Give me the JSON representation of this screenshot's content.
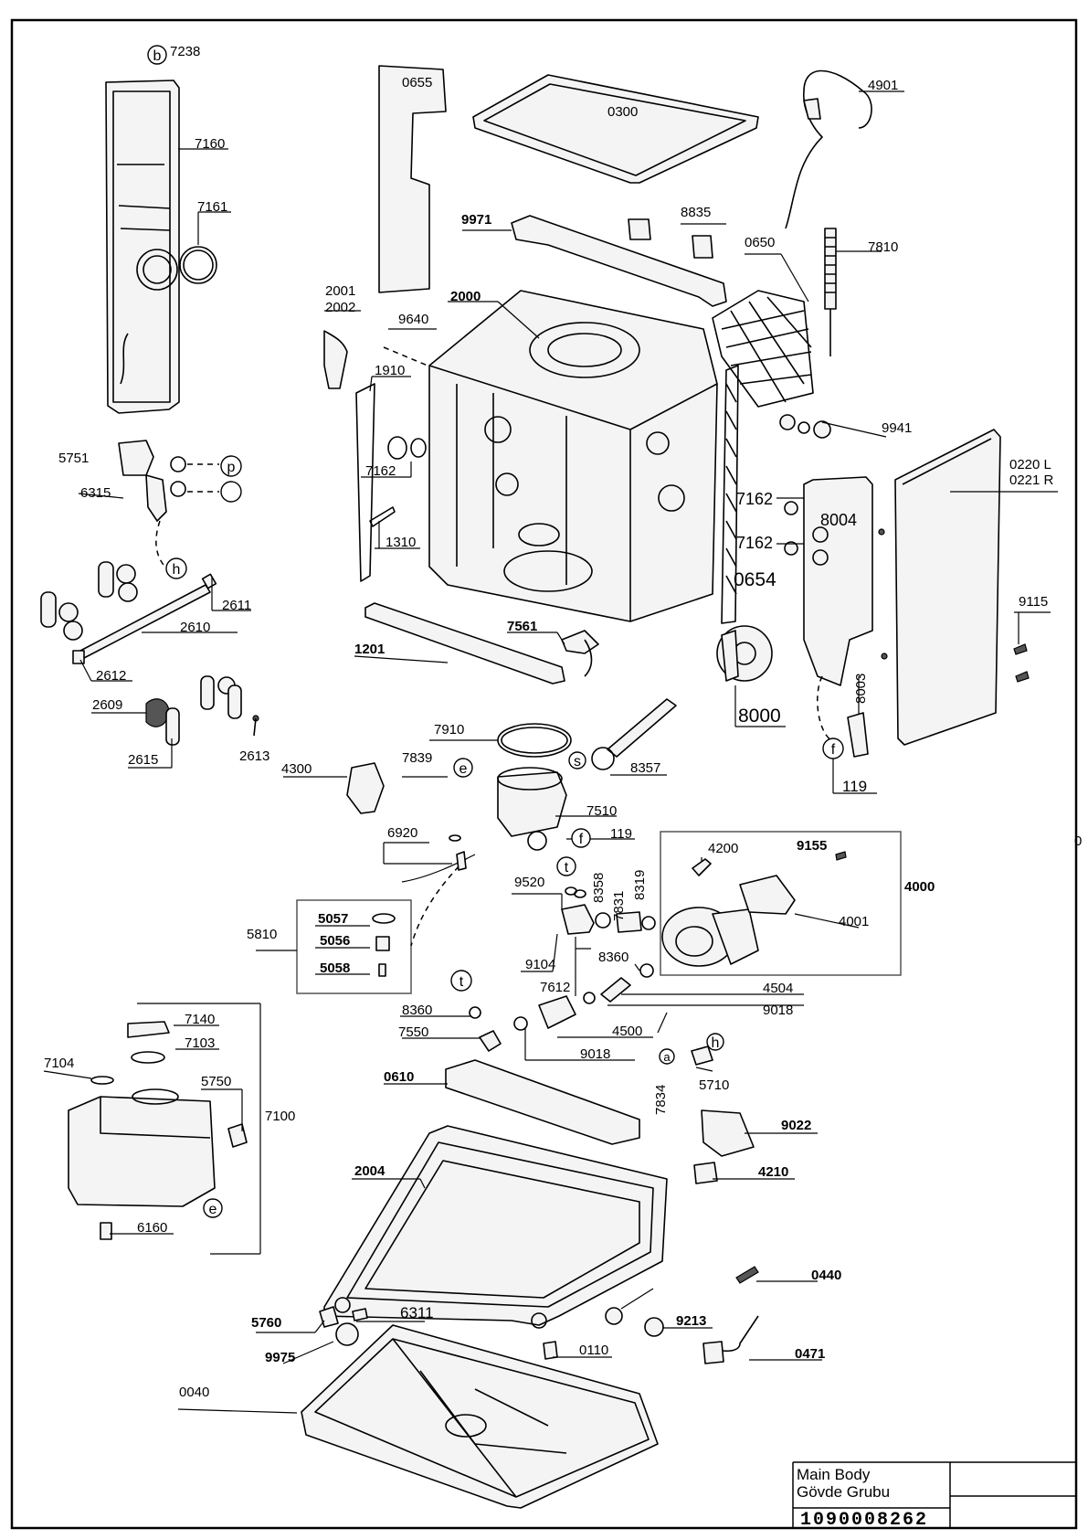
{
  "title_block": {
    "title": "Main Body",
    "subtitle": "Gövde Grubu",
    "code": "1090008262"
  },
  "labels": {
    "p7238": "7238",
    "p7160": "7160",
    "p7161": "7161",
    "p5751": "5751",
    "p6315": "6315",
    "p2611": "2611",
    "p2610": "2610",
    "p2612": "2612",
    "p2609": "2609",
    "p2615": "2615",
    "p2613": "2613",
    "p0655": "0655",
    "p0300": "0300",
    "p9971": "9971",
    "p8835": "8835",
    "p4901": "4901",
    "p0650": "0650",
    "p7810": "7810",
    "p2001": "2001",
    "p2002": "2002",
    "p2000": "2000",
    "p9640": "9640",
    "p1910": "1910",
    "p7162a": "7162",
    "p1310": "1310",
    "p9941": "9941",
    "p7162b": "7162",
    "p7162c": "7162",
    "p0654": "0654",
    "p8004": "8004",
    "p0220": "0220 L",
    "p0221": "0221 R",
    "p9115": "9115",
    "p1201": "1201",
    "p7561": "7561",
    "p8000": "8000",
    "p8003": "8003",
    "p119a": "119",
    "p7910": "7910",
    "p4300": "4300",
    "p7839": "7839",
    "p8357": "8357",
    "p7510": "7510",
    "p119b": "119",
    "p6920": "6920",
    "p9520": "9520",
    "p8358": "8358",
    "p7831": "7831",
    "p8319": "8319",
    "p4200": "4200",
    "p9155": "9155",
    "p4000": "4000",
    "p4001": "4001",
    "p5810": "5810",
    "p5057": "5057",
    "p5056": "5056",
    "p5058": "5058",
    "p9104": "9104",
    "p7612": "7612",
    "p8360a": "8360",
    "p4504": "4504",
    "p9018a": "9018",
    "p8360b": "8360",
    "p7550": "7550",
    "p4500": "4500",
    "p9018b": "9018",
    "p7140": "7140",
    "p7103": "7103",
    "p7104": "7104",
    "p5750": "5750",
    "p7100": "7100",
    "p6160": "6160",
    "p0610": "0610",
    "p7834": "7834",
    "p5710": "5710",
    "p9022": "9022",
    "p4210": "4210",
    "p2004": "2004",
    "p0440": "0440",
    "p6311": "6311",
    "p5760": "5760",
    "p9213": "9213",
    "p9975": "9975",
    "p0110": "0110",
    "p0471": "0471",
    "p0040": "0040",
    "edge_0": "0"
  },
  "callouts": {
    "b": "b",
    "p": "p",
    "h1": "h",
    "e1": "e",
    "s": "s",
    "f1": "f",
    "t1": "t",
    "f2": "f",
    "t2": "t",
    "a": "a",
    "h2": "h",
    "e2": "e"
  }
}
